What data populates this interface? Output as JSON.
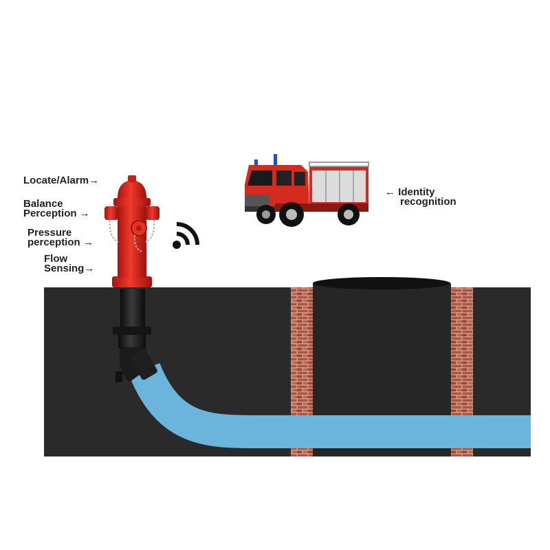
{
  "labels": {
    "locate_alarm": "Locate/Alarm→",
    "balance_line1": "Balance",
    "balance_line2": "Perception →",
    "pressure_line1": "Pressure",
    "pressure_line2": "perception →",
    "flow_line1": "Flow",
    "flow_line2": "Sensing→",
    "identity_line1": "← Identity",
    "identity_line2": "recognition"
  },
  "icons": {
    "signal": "wireless-signal-icon",
    "truck": "fire-truck-icon",
    "hydrant": "fire-hydrant-icon"
  },
  "colors": {
    "ground": "#2a2a2a",
    "water_pipe": "#6bb5dc",
    "hydrant_red": "#d8261c",
    "truck_red": "#d42a1f",
    "brick": "#b5533a",
    "text": "#222222"
  }
}
